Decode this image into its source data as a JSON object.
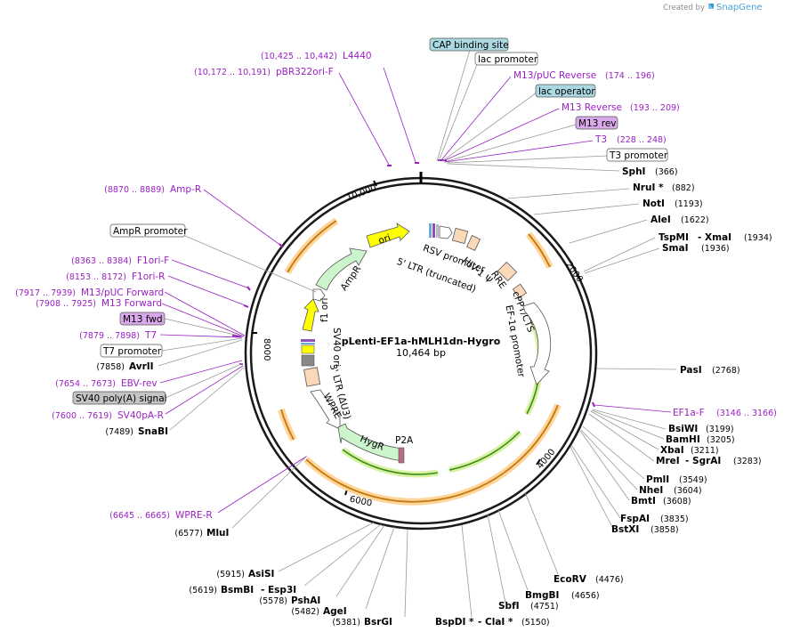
{
  "brand": {
    "created_by": "Created by",
    "name": "SnapGene"
  },
  "plasmid": {
    "name": "pLenti-EF1a-hMLH1dn-Hygro",
    "size": "10,464 bp"
  },
  "tick_labels": [
    "10,000",
    "2000",
    "4000",
    "6000",
    "8000"
  ],
  "feature_boxes": {
    "cap": "CAP binding site",
    "lacp": "lac promoter",
    "laco": "lac operator",
    "m13rev": "M13 rev",
    "t3p": "T3 promoter",
    "ampp": "AmpR promoter",
    "m13fwd": "M13 fwd",
    "t7p": "T7 promoter",
    "sv40pa": "SV40 poly(A) signal"
  },
  "primers": {
    "l4440": {
      "name": "L4440",
      "pos": "(10,425 .. 10,442)"
    },
    "pbr": {
      "name": "pBR322ori-F",
      "pos": "(10,172 .. 10,191)"
    },
    "m13puc_rev": {
      "name": "M13/pUC Reverse",
      "pos": "(174 .. 196)"
    },
    "m13_reverse": {
      "name": "M13 Reverse",
      "pos": "(193 .. 209)"
    },
    "t3": {
      "name": "T3",
      "pos": "(228 .. 248)"
    },
    "ampr": {
      "name": "Amp-R",
      "pos": "(8870 .. 8889)"
    },
    "f1orif": {
      "name": "F1ori-F",
      "pos": "(8363 .. 8384)"
    },
    "f1orir": {
      "name": "F1ori-R",
      "pos": "(8153 .. 8172)"
    },
    "m13puc_fwd": {
      "name": "M13/pUC Forward",
      "pos": "(7917 .. 7939)"
    },
    "m13_forward": {
      "name": "M13 Forward",
      "pos": "(7908 .. 7925)"
    },
    "t7": {
      "name": "T7",
      "pos": "(7879 .. 7898)"
    },
    "ebv": {
      "name": "EBV-rev",
      "pos": "(7654 .. 7673)"
    },
    "sv40par": {
      "name": "SV40pA-R",
      "pos": "(7600 .. 7619)"
    },
    "wpre": {
      "name": "WPRE-R",
      "pos": "(6645 .. 6665)"
    },
    "ef1af": {
      "name": "EF1a-F",
      "pos": "(3146 .. 3166)"
    }
  },
  "enzymes": {
    "sphi": {
      "name": "SphI",
      "pos": "(366)"
    },
    "nrui": {
      "name": "NruI *",
      "pos": "(882)"
    },
    "noti": {
      "name": "NotI",
      "pos": "(1193)"
    },
    "alei": {
      "name": "AleI",
      "pos": "(1622)"
    },
    "tspmi": {
      "name": "TspMI",
      "sep": "- XmaI",
      "pos": "(1934)"
    },
    "smai": {
      "name": "SmaI",
      "pos": "(1936)"
    },
    "pasi": {
      "name": "PasI",
      "pos": "(2768)"
    },
    "bsiwi": {
      "name": "BsiWI",
      "pos": "(3199)"
    },
    "bamhi": {
      "name": "BamHI",
      "pos": "(3205)"
    },
    "xbai": {
      "name": "XbaI",
      "pos": "(3211)"
    },
    "mrei": {
      "name": "MreI",
      "sep": "- SgrAI",
      "pos": "(3283)"
    },
    "pmli": {
      "name": "PmlI",
      "pos": "(3549)"
    },
    "nhei": {
      "name": "NheI",
      "pos": "(3604)"
    },
    "bmti": {
      "name": "BmtI",
      "pos": "(3608)"
    },
    "fspai": {
      "name": "FspAI",
      "pos": "(3835)"
    },
    "bstxi": {
      "name": "BstXI",
      "pos": "(3858)"
    },
    "ecorv": {
      "name": "EcoRV",
      "pos": "(4476)"
    },
    "bmgbi": {
      "name": "BmgBI",
      "pos": "(4656)"
    },
    "sbfi": {
      "name": "SbfI",
      "pos": "(4751)"
    },
    "bspdi": {
      "name": "BspDI *",
      "sep": "- ClaI *",
      "pos": "(5150)"
    },
    "bsrgi": {
      "name": "BsrGI",
      "pos": "(5381)"
    },
    "agei": {
      "name": "AgeI",
      "pos": "(5482)"
    },
    "pshai": {
      "name": "PshAI",
      "pos": "(5578)"
    },
    "bsmbi": {
      "name": "BsmBI",
      "sep": "- Esp3I",
      "pos": "(5619)"
    },
    "assi": {
      "name": "AsiSI",
      "pos": "(5915)"
    },
    "mlui": {
      "name": "MluI",
      "pos": "(6577)"
    },
    "snabi": {
      "name": "SnaBI",
      "pos": "(7489)"
    },
    "avrii": {
      "name": "AvrII",
      "pos": "(7858)"
    }
  },
  "inner_features": {
    "ori": "ori",
    "rsv": "RSV promoter",
    "ltr5": "5' LTR (truncated)",
    "hiv": "HIV-1 Ψ",
    "rre": "RRE",
    "cppt": "cPPT/CTS",
    "ef1a": "EF-1α promoter",
    "ampr": "AmpR",
    "f1ori": "f1 ori",
    "sv40ori": "SV40 ori",
    "ltr3": "3' LTR (ΔU3)",
    "wpre": "WPRE",
    "hygr": "HygR",
    "p2a": "P2A"
  },
  "colors": {
    "backbone": "#1a1a1a",
    "orange_arc": "#ffd59a",
    "orange_dark": "#c2780f",
    "green_arc": "#d8f2a0",
    "green_dark": "#3c8a1e",
    "primer": "#9a1fc4",
    "cyan_box": "#a9d8e0",
    "purple_box": "#d9a8ea",
    "gray_box": "#c4c4c4",
    "yellow": "#ffff00",
    "ampr_fill": "#ccf5cc",
    "peach": "#fbd8b8",
    "hygr_fill": "#ccf5cc"
  }
}
